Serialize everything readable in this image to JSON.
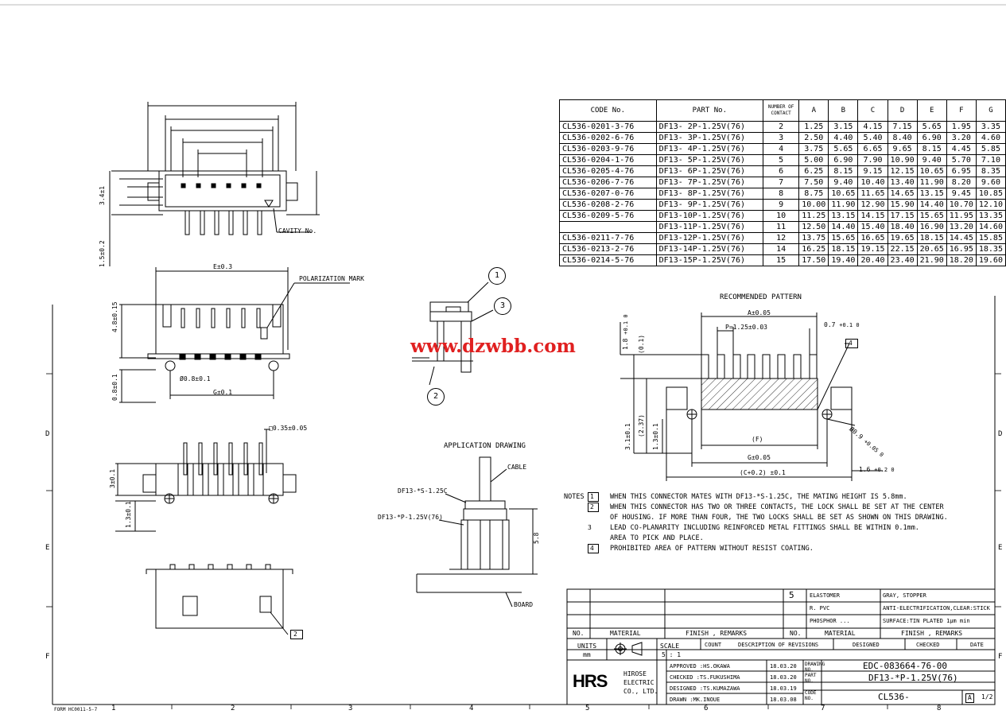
{
  "table": {
    "headers": [
      "CODE No.",
      "PART No.",
      "NUMBER OF CONTACT",
      "A",
      "B",
      "C",
      "D",
      "E",
      "F",
      "G"
    ],
    "rows": [
      [
        "CL536-0201-3-76",
        "DF13- 2P-1.25V(76)",
        "2",
        "1.25",
        "3.15",
        "4.15",
        "7.15",
        "5.65",
        "1.95",
        "3.35"
      ],
      [
        "CL536-0202-6-76",
        "DF13- 3P-1.25V(76)",
        "3",
        "2.50",
        "4.40",
        "5.40",
        "8.40",
        "6.90",
        "3.20",
        "4.60"
      ],
      [
        "CL536-0203-9-76",
        "DF13- 4P-1.25V(76)",
        "4",
        "3.75",
        "5.65",
        "6.65",
        "9.65",
        "8.15",
        "4.45",
        "5.85"
      ],
      [
        "CL536-0204-1-76",
        "DF13- 5P-1.25V(76)",
        "5",
        "5.00",
        "6.90",
        "7.90",
        "10.90",
        "9.40",
        "5.70",
        "7.10"
      ],
      [
        "CL536-0205-4-76",
        "DF13- 6P-1.25V(76)",
        "6",
        "6.25",
        "8.15",
        "9.15",
        "12.15",
        "10.65",
        "6.95",
        "8.35"
      ],
      [
        "CL536-0206-7-76",
        "DF13- 7P-1.25V(76)",
        "7",
        "7.50",
        "9.40",
        "10.40",
        "13.40",
        "11.90",
        "8.20",
        "9.60"
      ],
      [
        "CL536-0207-0-76",
        "DF13- 8P-1.25V(76)",
        "8",
        "8.75",
        "10.65",
        "11.65",
        "14.65",
        "13.15",
        "9.45",
        "10.85"
      ],
      [
        "CL536-0208-2-76",
        "DF13- 9P-1.25V(76)",
        "9",
        "10.00",
        "11.90",
        "12.90",
        "15.90",
        "14.40",
        "10.70",
        "12.10"
      ],
      [
        "CL536-0209-5-76",
        "DF13-10P-1.25V(76)",
        "10",
        "11.25",
        "13.15",
        "14.15",
        "17.15",
        "15.65",
        "11.95",
        "13.35"
      ],
      [
        "",
        "DF13-11P-1.25V(76)",
        "11",
        "12.50",
        "14.40",
        "15.40",
        "18.40",
        "16.90",
        "13.20",
        "14.60"
      ],
      [
        "CL536-0211-7-76",
        "DF13-12P-1.25V(76)",
        "12",
        "13.75",
        "15.65",
        "16.65",
        "19.65",
        "18.15",
        "14.45",
        "15.85"
      ],
      [
        "CL536-0213-2-76",
        "DF13-14P-1.25V(76)",
        "14",
        "16.25",
        "18.15",
        "19.15",
        "22.15",
        "20.65",
        "16.95",
        "18.35"
      ],
      [
        "CL536-0214-5-76",
        "DF13-15P-1.25V(76)",
        "15",
        "17.50",
        "19.40",
        "20.40",
        "23.40",
        "21.90",
        "18.20",
        "19.60"
      ]
    ]
  },
  "watermark": "www.dzwbb.com",
  "labels": {
    "cavity": "CAVITY No.",
    "polarization": "POLARIZATION MARK",
    "e_dim": "E±0.3",
    "g_dim": "G±0.1",
    "hole_dim": "Ø0.8±0.1",
    "h48": "4.8±0.15",
    "h08": "0.8±0.1",
    "h34": "3.4±1",
    "h15": "1.5±0.2",
    "h31": "3±0.1",
    "h13": "1.3±0.1",
    "sq": "0.35±0.05",
    "app_title": "APPLICATION DRAWING",
    "cable": "CABLE",
    "mating": "DF13-*S-1.25C",
    "header": "DF13-*P-1.25V(76)",
    "height": "5.8",
    "board": "BOARD",
    "rec_title": "RECOMMENDED PATTERN",
    "a_dim": "A±0.05",
    "p_dim": "P=1.25±0.03",
    "w07": "0.7",
    "w07tol": "+0.1 0",
    "r18": "1.8",
    "r18tol": "+0.1 0",
    "r01": "(0.1)",
    "r237": "(2.37)",
    "r31": "3.1±0.1",
    "r13": "1.3±0.1",
    "f_dim": "(F)",
    "g005": "G±0.05",
    "c02": "(C+0.2) ±0.1",
    "d09": "Ø0.9",
    "d09tol": "+0.05 0",
    "w16": "1.6",
    "w16tol": "+0.2 0",
    "note4": "4",
    "note2": "2",
    "num1": "1",
    "num2": "2",
    "num3": "3"
  },
  "notes": {
    "title": "NOTES",
    "items": [
      {
        "n": "1",
        "lines": [
          "WHEN THIS CONNECTOR MATES WITH DF13-*S-1.25C, THE MATING HEIGHT IS 5.8mm."
        ]
      },
      {
        "n": "2",
        "lines": [
          "WHEN THIS CONNECTOR HAS TWO OR THREE CONTACTS, THE LOCK SHALL BE SET AT THE CENTER",
          "OF HOUSING. IF MORE THAN FOUR, THE TWO LOCKS SHALL BE SET AS SHOWN ON THIS DRAWING."
        ]
      },
      {
        "n": "3",
        "lines": [
          "LEAD CO-PLANARITY INCLUDING REINFORCED METAL FITTINGS SHALL BE WITHIN 0.1mm.",
          "AREA TO PICK AND PLACE."
        ]
      },
      {
        "n": "4",
        "lines": [
          "PROHIBITED AREA OF PATTERN WITHOUT RESIST COATING."
        ]
      }
    ]
  },
  "materials": [
    {
      "no": "5",
      "material": "ELASTOMER",
      "finish": "GRAY, STOPPER"
    },
    {
      "no": "",
      "material": "R. PVC",
      "finish": "ANTI-ELECTRIFICATION,CLEAR:STICK"
    },
    {
      "no": "",
      "material": "PHOSPHOR ...",
      "finish": "SURFACE:TIN PLATED 1μm min"
    }
  ],
  "material_headers": {
    "no": "NO.",
    "material": "MATERIAL",
    "finish": "FINISH , REMARKS"
  },
  "title_block": {
    "units_label": "UNITS",
    "units": "mm",
    "scale_label": "SCALE",
    "scale": "5 : 1",
    "count": "COUNT",
    "desc": "DESCRIPTION OF REVISIONS",
    "designed": "DESIGNED",
    "checked": "CHECKED",
    "date": "DATE",
    "approved": "APPROVED :HS.OKAWA",
    "approved_date": "18.03.20",
    "checked_by": "CHECKED :TS.FUKUSHIMA",
    "checked_date": "18.03.20",
    "designed_by": "DESIGNED :TS.KUMAZAWA",
    "designed_date": "18.03.19",
    "drawn_by": "DRAWN :MK.INOUE",
    "drawn_date": "18.03.08",
    "company_logo": "HRS",
    "company_name_1": "HIROSE",
    "company_name_2": "ELECTRIC",
    "company_name_3": "CO., LTD.",
    "drawing_no_label": "DRAWING NO.",
    "drawing_no": "EDC-083664-76-00",
    "part_no_label": "PART NO.",
    "part_no": "DF13-*P-1.25V(76)",
    "code_no_label": "CODE NO.",
    "code_no": "CL536-",
    "sheet": "1/2",
    "rev": "A"
  },
  "border": {
    "form": "FORM HC0011-5-7",
    "cols": [
      "1",
      "2",
      "3",
      "4",
      "5",
      "6",
      "7",
      "8"
    ],
    "rows": [
      "D",
      "E",
      "F"
    ]
  }
}
